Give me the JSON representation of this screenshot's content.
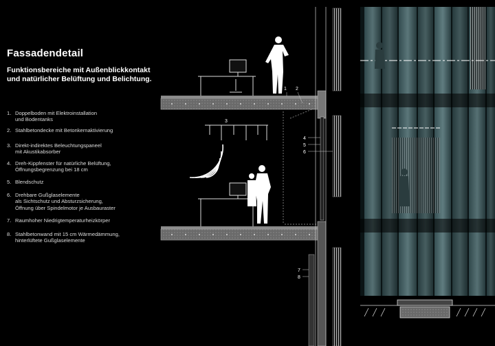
{
  "title": "Fassadendetail",
  "subtitle": "Funktionsbereiche mit Außenblickkontakt und natürlicher Belüftung und Belichtung.",
  "legend": [
    {
      "num": "1.",
      "text": "Doppelboden mit Elektroinstallation\nund Bodentanks"
    },
    {
      "num": "2.",
      "text": "Stahlbetondecke mit Betonkernaktivierung"
    },
    {
      "num": "3.",
      "text": "Direkt-indirektes Beleuchtungspaneel\nmit Akustikabsorber"
    },
    {
      "num": "4.",
      "text": "Dreh-Kippfenster für natürliche Belüftung,\nÖffnungsbegrenzung bei 18 cm"
    },
    {
      "num": "5.",
      "text": "Blendschutz"
    },
    {
      "num": "6.",
      "text": "Drehbare Gußglaselemente\nals Sichtschutz und Absturzsicherung,\nÖffnung über Spindelmotor je Ausbauraster"
    },
    {
      "num": "7.",
      "text": "Raumhoher Niedrigtemperaturheizkörper"
    },
    {
      "num": "8.",
      "text": "Stahlbetonwand mit 15 cm Wärmedämmung,\nhinterlüftete Gußglaselemente"
    }
  ],
  "callouts": [
    "1",
    "2",
    "3",
    "4",
    "5",
    "6",
    "7",
    "8"
  ]
}
